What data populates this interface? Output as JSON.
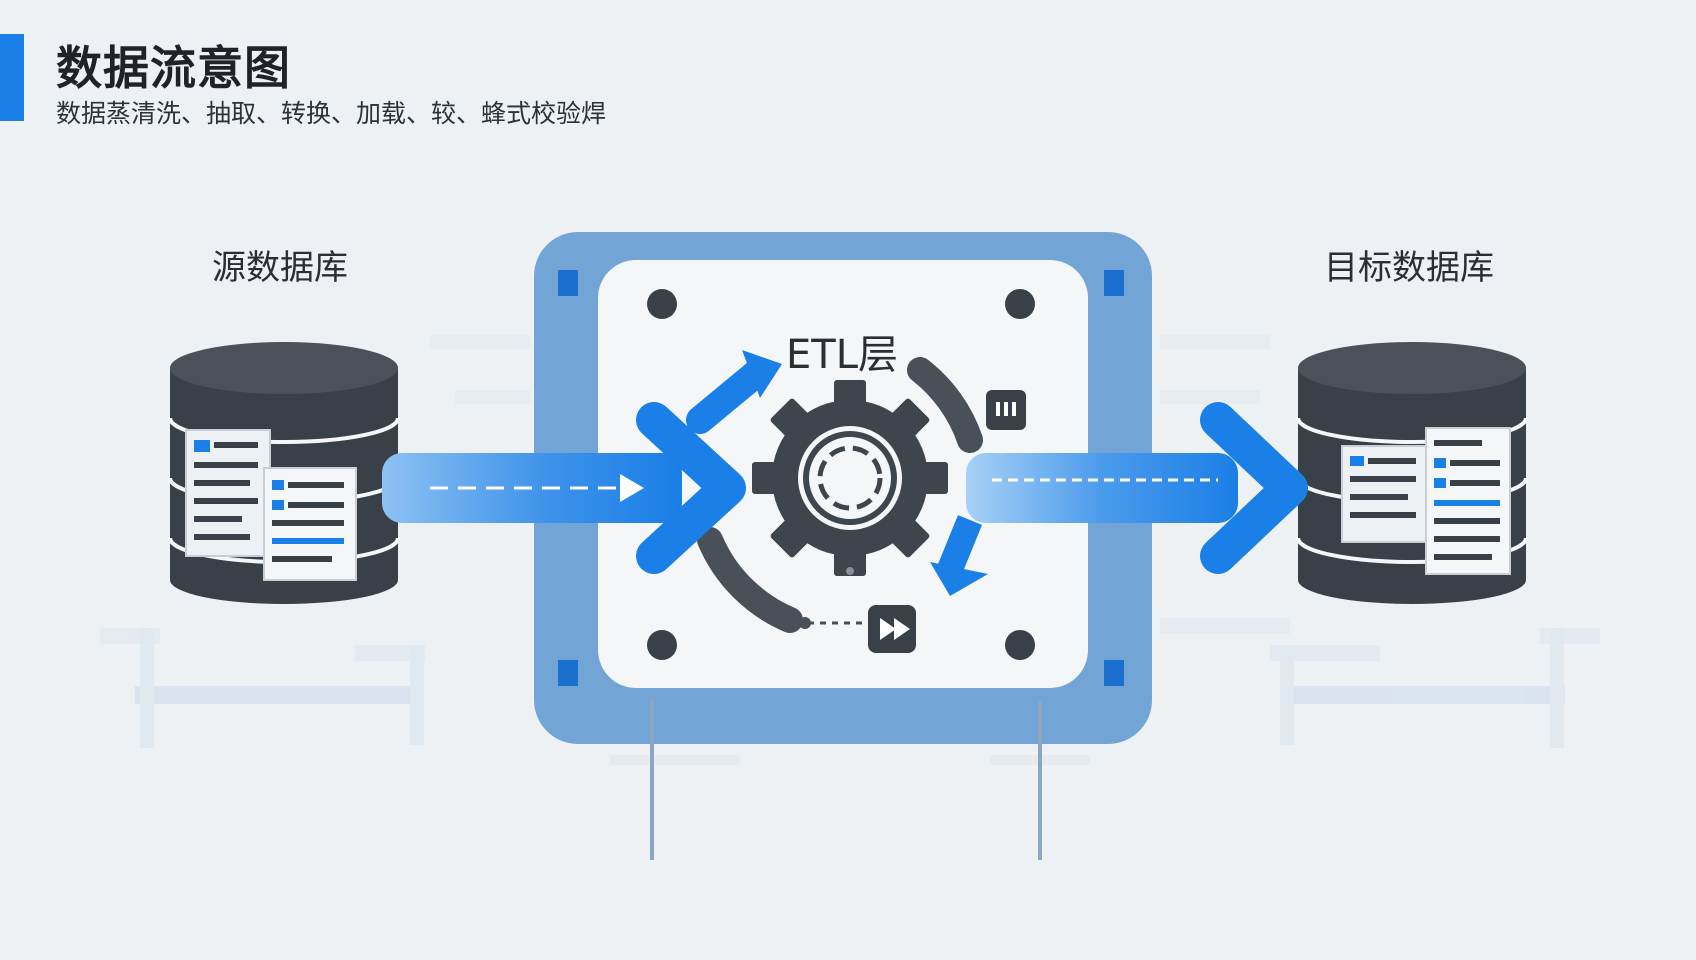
{
  "header": {
    "title": "数据流意图",
    "subtitle": "数据蒸清洗、抽取、转换、加载、较、蜂式校验焊"
  },
  "nodes": {
    "source": {
      "label": "源数据库"
    },
    "etl": {
      "label": "ETL层"
    },
    "target": {
      "label": "目标数据库"
    }
  },
  "colors": {
    "accent": "#1a7fe6",
    "frame": "#6b9fd4",
    "dark": "#3a4047",
    "background": "#eef1f4"
  }
}
